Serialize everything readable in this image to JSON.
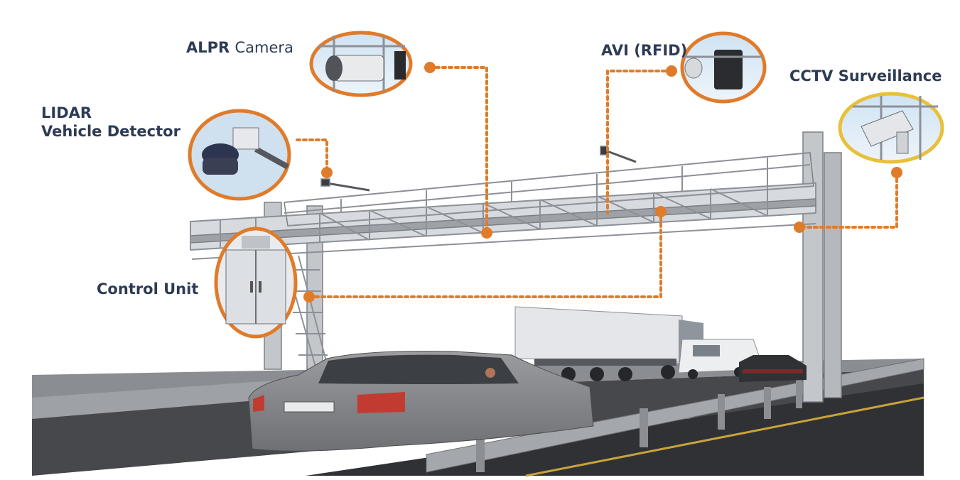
{
  "labels": {
    "alpr_bold": "ALPR",
    "alpr_rest": "Camera",
    "avi": "AVI (RFID)",
    "cctv": "CCTV Surveillance",
    "lidar_line1": "LIDAR",
    "lidar_line2": "Vehicle Detector",
    "control_unit": "Control Unit"
  },
  "colors": {
    "connector": "#e07b2a",
    "label_text": "#2d3b55",
    "cctv_ring": "#e8c03a",
    "gantry": "#b9bdc3",
    "road": "#3c3e42"
  },
  "icons": [
    "alpr-camera-icon",
    "rfid-reader-icon",
    "cctv-camera-icon",
    "lidar-sensor-icon",
    "control-cabinet-icon"
  ]
}
